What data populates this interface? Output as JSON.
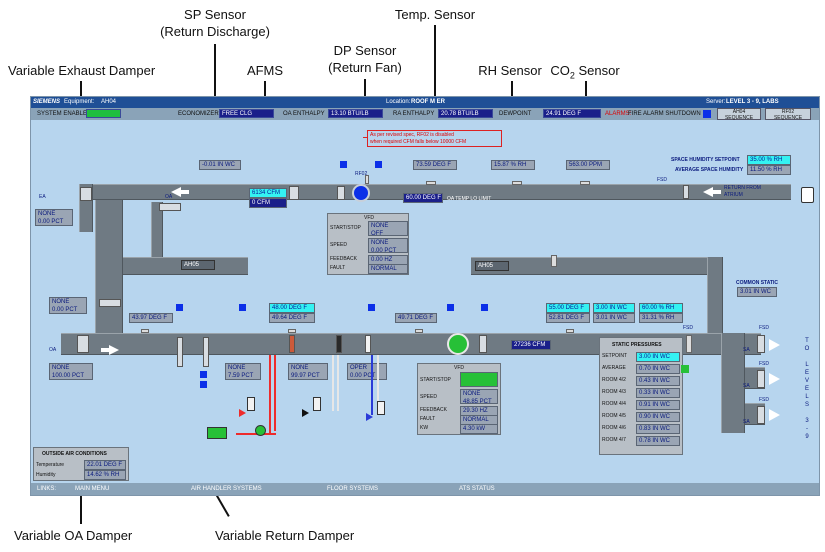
{
  "callouts": {
    "sp_sensor": "SP Sensor",
    "sp_sensor_sub": "(Return Discharge)",
    "temp_sensor": "Temp. Sensor",
    "dp_sensor": "DP Sensor",
    "dp_sensor_sub": "(Return Fan)",
    "var_exhaust": "Variable Exhaust Damper",
    "afms": "AFMS",
    "rh_sensor": "RH Sensor",
    "co2_sensor": "CO",
    "co2_sub": "2",
    "co2_tail": " Sensor",
    "var_oa": "Variable OA Damper",
    "var_return": "Variable Return Damper"
  },
  "header": {
    "brand": "SIEMENS",
    "equipment_label": "Equipment:",
    "equipment_value": "AH04",
    "location_label": "Location:",
    "location_value": "ROOF M ER",
    "server_label": "Server:",
    "server_value": "LEVEL 3 - 9, LABS"
  },
  "status": {
    "system_enable_label": "SYSTEM ENABLE",
    "economizer_label": "ECONOMIZER",
    "economizer_value": "FREE CLG",
    "oa_enthalpy_label": "OA ENTHALPY",
    "oa_enthalpy_value": "13.10 BTU/LB",
    "ra_enthalpy_label": "RA ENTHALPY",
    "ra_enthalpy_value": "20.78 BTU/LB",
    "dewpoint_label": "DEWPOINT",
    "dewpoint_value": "24.91 DEG F",
    "alarms_label": "ALARMS:",
    "alarms_value": "FIRE ALARM SHUTDOWN",
    "seq_ah04_l1": "AH04",
    "seq_ah04_l2": "SEQUENCE",
    "seq_rf02_l1": "RF02",
    "seq_rf02_l2": "SEQUENCE"
  },
  "note": {
    "line1": "As per revised spec, RF02 is disabled",
    "line2": "when required CFM falls below 10000 CFM"
  },
  "return_side": {
    "sp_value": "-0.01 IN WC",
    "temp_value": "73.59 DEG F",
    "rh_value": "15.87 % RH",
    "co2_value": "563.00 PPM",
    "rf_tag": "RF02",
    "afms_cfm": "6134 CFM",
    "afms_cfm2": "0 CFM",
    "oa_temp_value": "60.00 DEG F",
    "oa_temp_label": "OA TEMP LO LIMIT",
    "fsd_label": "FSD",
    "return_from_l1": "RETURN FROM",
    "return_from_l2": "ATRIUM",
    "ea_label": "EA",
    "exhaust_damper_l1": "NONE",
    "exhaust_damper_l2": "0.00 PCT",
    "oa_label": "OA"
  },
  "space": {
    "humidity_sp_label": "SPACE HUMIDITY SETPOINT",
    "humidity_sp_value": "35.00 % RH",
    "avg_humidity_label": "AVERAGE SPACE HUMIDITY",
    "avg_humidity_value": "11.50 % RH"
  },
  "rf_vfd": {
    "title": "VFD",
    "start_stop_label": "START/STOP",
    "start_stop_l1": "NONE",
    "start_stop_l2": "OFF",
    "speed_label": "SPEED",
    "speed_l1": "NONE",
    "speed_l2": "0.00 PCT",
    "feedback_label": "FEEDBACK",
    "feedback_value": "0.00 HZ",
    "fault_label": "FAULT",
    "fault_value": "NORMAL"
  },
  "ah_tags": {
    "left": "AH05",
    "right": "AH05"
  },
  "common_static": {
    "label": "COMMON STATIC",
    "value": "3.01 IN WC"
  },
  "return_damper": {
    "l1": "NONE",
    "l2": "0.00 PCT"
  },
  "supply_side": {
    "oa_label": "OA",
    "mixed_temp": "43.97 DEG F",
    "preheat_sp": "48.00 DEG F",
    "preheat_temp": "49.64 DEG F",
    "coil_temp": "49.71 DEG F",
    "dis_temp_sp": "55.00 DEG F",
    "dis_temp": "52.81 DEG F",
    "sp_sp": "3.00 IN WC",
    "sp_value": "3.01 IN WC",
    "rh_sp": "60.00 % RH",
    "rh_value": "31.31 % RH",
    "cfm": "27236 CFM",
    "fsd_label": "FSD",
    "oa_damper_l1": "NONE",
    "oa_damper_l2": "100.00 PCT",
    "valve1_l1": "NONE",
    "valve1_l2": "7.59 PCT",
    "valve2_l1": "NONE",
    "valve2_l2": "99.97 PCT",
    "valve3_l1": "OPER",
    "valve3_l2": "0.00 PCT",
    "sa_label": "SA",
    "to_levels": [
      "T",
      "O",
      "",
      "L",
      "E",
      "V",
      "E",
      "L",
      "S",
      "",
      "3",
      "-",
      "9"
    ]
  },
  "sf_vfd": {
    "title": "VFD",
    "start_stop_label": "START/STOP",
    "speed_label": "SPEED",
    "speed_l1": "NONE",
    "speed_l2": "48.85 PCT",
    "feedback_label": "FEEDBACK",
    "feedback_value": "29.30 HZ",
    "fault_label": "FAULT",
    "fault_value": "NORMAL",
    "kw_label": "KW",
    "kw_value": "4.30 kW"
  },
  "static_pressures": {
    "title": "STATIC PRESSURES",
    "rows": [
      {
        "label": "SETPOINT",
        "value": "3.00 IN WC",
        "highlight": true
      },
      {
        "label": "AVERAGE",
        "value": "0.70 IN WC",
        "highlight": false
      },
      {
        "label": "ROOM 4/2",
        "value": "0.43 IN WC",
        "highlight": false
      },
      {
        "label": "ROOM 4/3",
        "value": "0.33 IN WC",
        "highlight": false
      },
      {
        "label": "ROOM 4/4",
        "value": "0.91 IN WC",
        "highlight": false
      },
      {
        "label": "ROOM 4/5",
        "value": "0.90 IN WC",
        "highlight": false
      },
      {
        "label": "ROOM 4/6",
        "value": "0.83 IN WC",
        "highlight": false
      },
      {
        "label": "ROOM 4/7",
        "value": "0.78 IN WC",
        "highlight": false
      }
    ]
  },
  "outside_air": {
    "title": "OUTSIDE AIR CONDITIONS",
    "temp_label": "Temperature",
    "temp_value": "22.01 DEG F",
    "hum_label": "Humidity",
    "hum_value": "14.62 % RH"
  },
  "links": {
    "label": "LINKS:",
    "main_menu": "MAIN MENU",
    "air_handler": "AIR HANDLER SYSTEMS",
    "floor": "FLOOR SYSTEMS",
    "ats": "ATS STATUS"
  },
  "colors": {
    "screen_bg": "#b7d5ee",
    "duct": "#6f7a83",
    "value_box": "#1a1f8a",
    "setpoint_cyan": "#34f2f2",
    "status_green": "#1fbf3f"
  }
}
